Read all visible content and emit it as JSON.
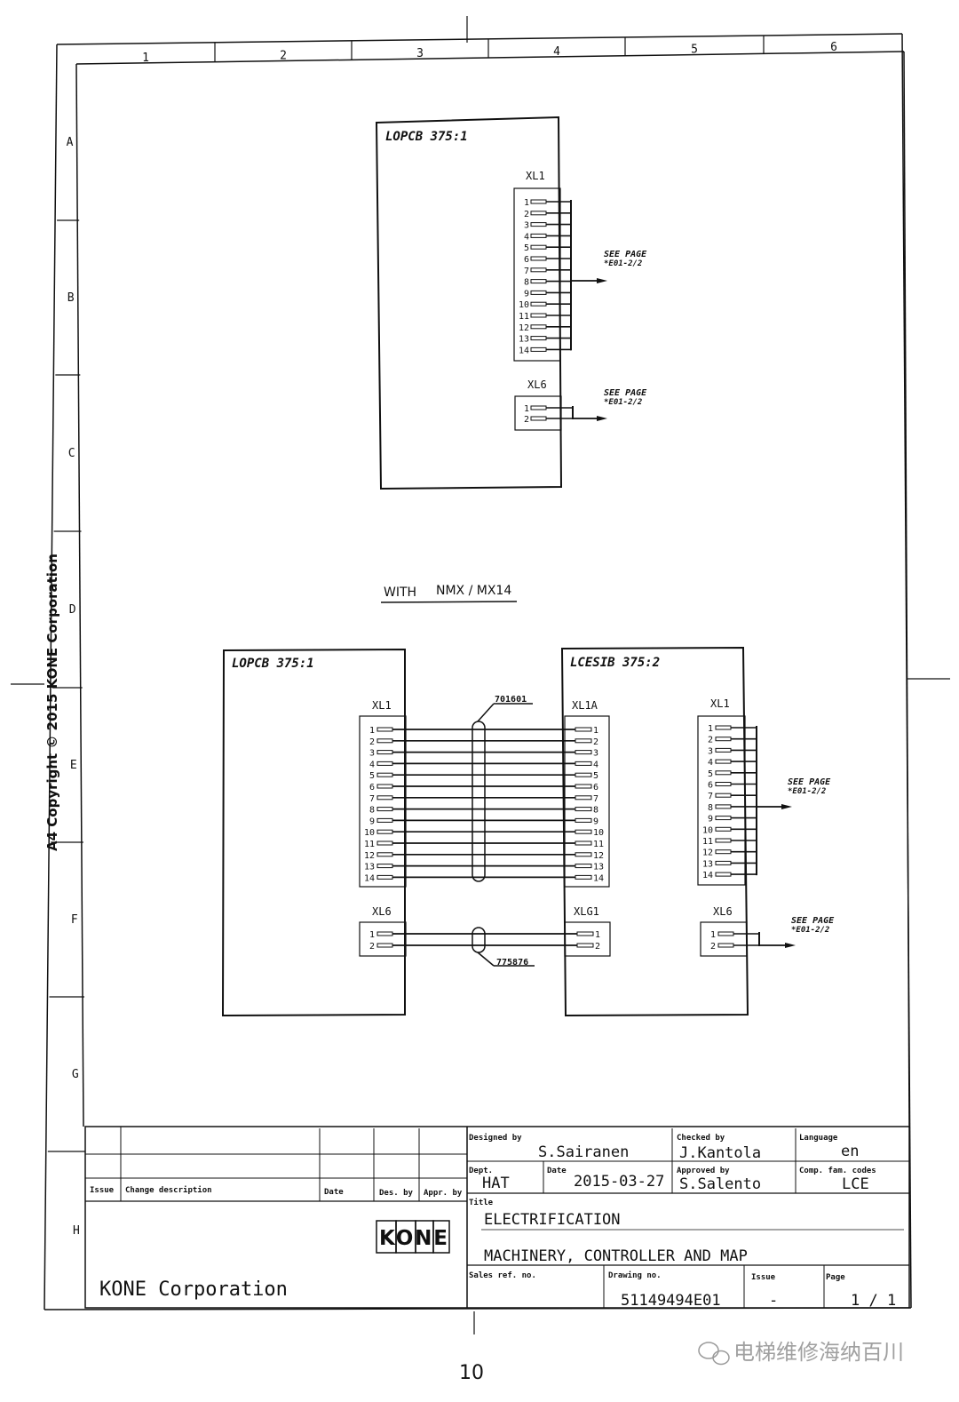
{
  "frame": {
    "columns": [
      "1",
      "2",
      "3",
      "4",
      "5",
      "6"
    ],
    "rows": [
      "A",
      "B",
      "C",
      "D",
      "E",
      "F",
      "G",
      "H"
    ],
    "side_copyright": "A4   Copyright © 2015 KONE Corporation"
  },
  "top_diagram": {
    "board": "LOPCB 375:1",
    "xl1": {
      "name": "XL1",
      "pins": [
        "1",
        "2",
        "3",
        "4",
        "5",
        "6",
        "7",
        "8",
        "9",
        "10",
        "11",
        "12",
        "13",
        "14"
      ],
      "ref_l1": "SEE PAGE",
      "ref_l2": "*E01-2/2"
    },
    "xl6": {
      "name": "XL6",
      "pins": [
        "1",
        "2"
      ],
      "ref_l1": "SEE PAGE",
      "ref_l2": "*E01-2/2"
    }
  },
  "section_label": {
    "prefix": "WITH",
    "name": "NMX / MX14"
  },
  "bottom_diagram": {
    "left_board": "LOPCB 375:1",
    "right_board": "LCESIB 375:2",
    "left_xl1": "XL1",
    "left_xl6": "XL6",
    "right_xl1a": "XL1A",
    "right_xlg1": "XLG1",
    "right_xl1": "XL1",
    "right_xl6": "XL6",
    "pins14": [
      "1",
      "2",
      "3",
      "4",
      "5",
      "6",
      "7",
      "8",
      "9",
      "10",
      "11",
      "12",
      "13",
      "14"
    ],
    "pins2": [
      "1",
      "2"
    ],
    "cable_top": "701601",
    "cable_bottom": "775876",
    "ref_xl1_l1": "SEE PAGE",
    "ref_xl1_l2": "*E01-2/2",
    "ref_xl6_l1": "SEE PAGE",
    "ref_xl6_l2": "*E01-2/2"
  },
  "title_block": {
    "hdr_issue": "Issue",
    "hdr_change": "Change description",
    "hdr_date": "Date",
    "hdr_des": "Des. by",
    "hdr_appr": "Appr. by",
    "company": "KONE Corporation",
    "logo": "KONE",
    "designed_by_label": "Designed by",
    "designed_by": "S.Sairanen",
    "checked_by_label": "Checked by",
    "checked_by": "J.Kantola",
    "language_label": "Language",
    "language": "en",
    "dept_label": "Dept.",
    "dept": "HAT",
    "date_label": "Date",
    "date": "2015-03-27",
    "approved_by_label": "Approved by",
    "approved_by": "S.Salento",
    "comp_label": "Comp. fam. codes",
    "comp": "LCE",
    "title_label": "Title",
    "title_line1": "ELECTRIFICATION",
    "title_line2": "MACHINERY, CONTROLLER AND MAP",
    "sales_label": "Sales ref. no.",
    "sales": "",
    "drawing_label": "Drawing no.",
    "drawing": "51149494E01",
    "issue_label": "Issue",
    "issue": "-",
    "page_label": "Page",
    "page": "1 / 1"
  },
  "footer": {
    "page_number": "10",
    "watermark": "电梯维修海纳百川"
  }
}
